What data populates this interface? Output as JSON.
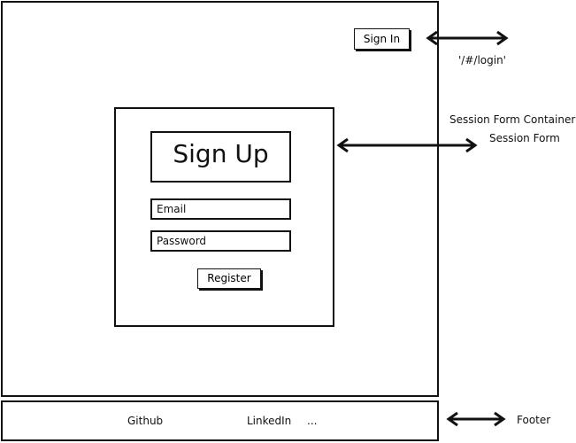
{
  "header": {
    "signin_label": "Sign In"
  },
  "form": {
    "title": "Sign Up",
    "email_placeholder": "Email",
    "password_placeholder": "Password",
    "register_label": "Register"
  },
  "footer": {
    "links": [
      "Github",
      "LinkedIn",
      "..."
    ]
  },
  "annotations": {
    "login_route": "'/#/login'",
    "session_form_container": "Session Form Container",
    "session_form": "Session Form",
    "footer": "Footer"
  }
}
